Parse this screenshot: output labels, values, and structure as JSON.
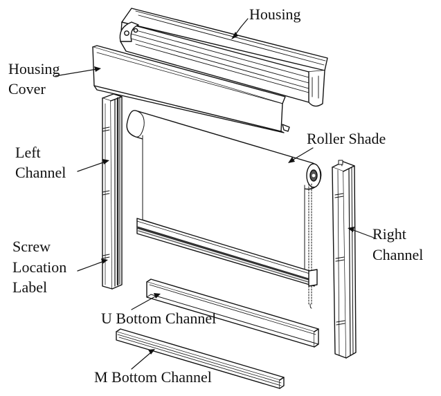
{
  "colors": {
    "line": "#111111",
    "fill": "#ffffff",
    "shade": "#e9e9e9",
    "dark": "#555555"
  },
  "labels": {
    "housing": "Housing",
    "housing_cover_1": "Housing",
    "housing_cover_2": "Cover",
    "roller_shade": "Roller Shade",
    "left_channel_1": "Left",
    "left_channel_2": "Channel",
    "right_channel_1": "Right",
    "right_channel_2": "Channel",
    "screw_label_1": "Screw",
    "screw_label_2": "Location",
    "screw_label_3": "Label",
    "u_bottom": "U Bottom Channel",
    "m_bottom": "M Bottom Channel"
  }
}
